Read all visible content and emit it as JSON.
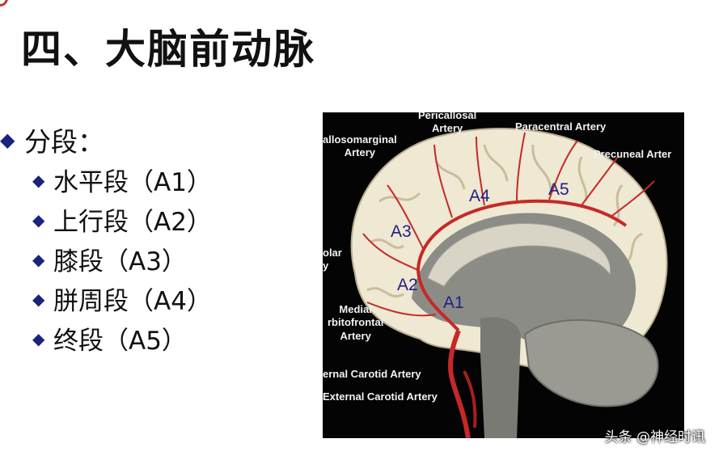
{
  "title": "四、大脑前动脉",
  "outline": {
    "heading": "分段：",
    "segments": [
      "水平段（A1）",
      "上行段（A2）",
      "膝段（A3）",
      "胼周段（A4）",
      "终段（A5）"
    ]
  },
  "figure": {
    "labels": {
      "pericallosal": "Pericallosal\nArtery",
      "paracentral": "Paracentral Artery",
      "callosomarginal": "allosomarginal\nArtery",
      "precuneal": "Precuneal Arter",
      "polar": "olar\ny",
      "medial_orbitofrontal": "Medial\nrbitofrontal\nArtery",
      "internal_carotid": "ernal Carotid Artery",
      "external_carotid": "External Carotid Artery"
    },
    "segments": {
      "a1": "A1",
      "a2": "A2",
      "a3": "A3",
      "a4": "A4",
      "a5": "A5"
    }
  },
  "watermark": "头条 @神经时讯",
  "colors": {
    "bullet": "#1a237e",
    "segment_label": "#20208a",
    "artery": "#c62828",
    "cortex": "#efe8d2"
  }
}
